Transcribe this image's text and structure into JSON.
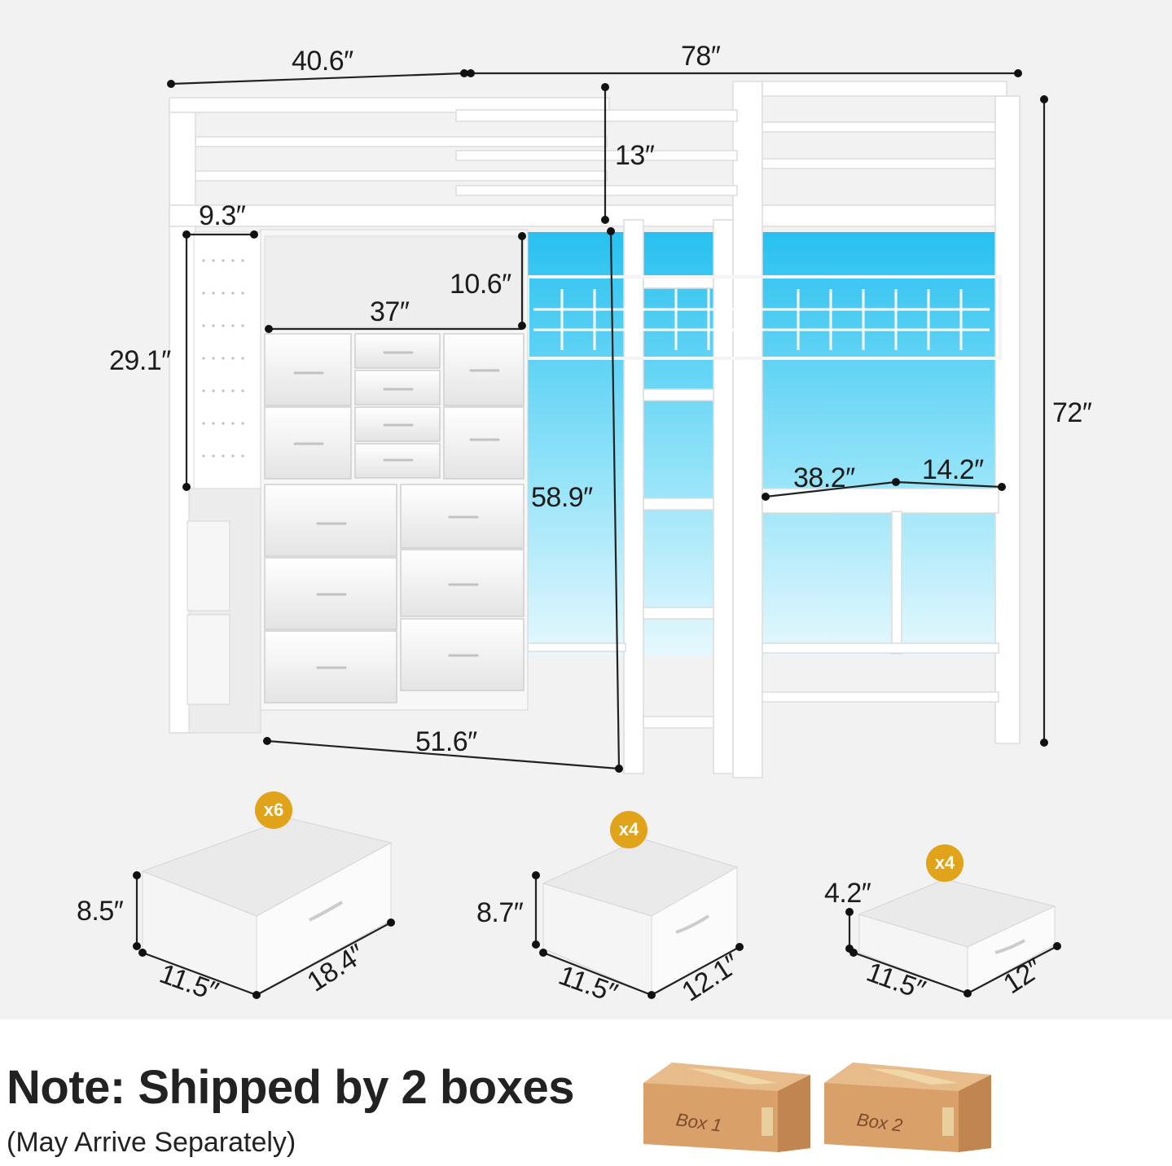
{
  "dimensions": {
    "total_width": "40.6″",
    "total_length": "78″",
    "guardrail_height": "13″",
    "total_height": "72″",
    "side_depth": "9.3″",
    "shelf_height": "10.6″",
    "shelf_width": "37″",
    "pegboard_height": "29.1″",
    "under_bed_height": "58.9″",
    "dresser_width": "51.6″",
    "desk_width": "38.2″",
    "desk_depth": "14.2″"
  },
  "drawers": [
    {
      "count": "x6",
      "height": "8.5″",
      "width": "11.5″",
      "depth": "18.4″"
    },
    {
      "count": "x4",
      "height": "8.7″",
      "width": "11.5″",
      "depth": "12.1″"
    },
    {
      "count": "x4",
      "height": "4.2″",
      "width": "11.5″",
      "depth": "12″"
    }
  ],
  "note": {
    "title": "Note: Shipped by 2 boxes",
    "subtitle": "(May Arrive Separately)",
    "boxes": [
      "Box 1",
      "Box 2"
    ]
  },
  "colors": {
    "background": "#f2f2f2",
    "frame": "#ffffff",
    "accent_blue": "#3cc8f0",
    "badge": "#e0a319",
    "box": "#d9a06a"
  }
}
